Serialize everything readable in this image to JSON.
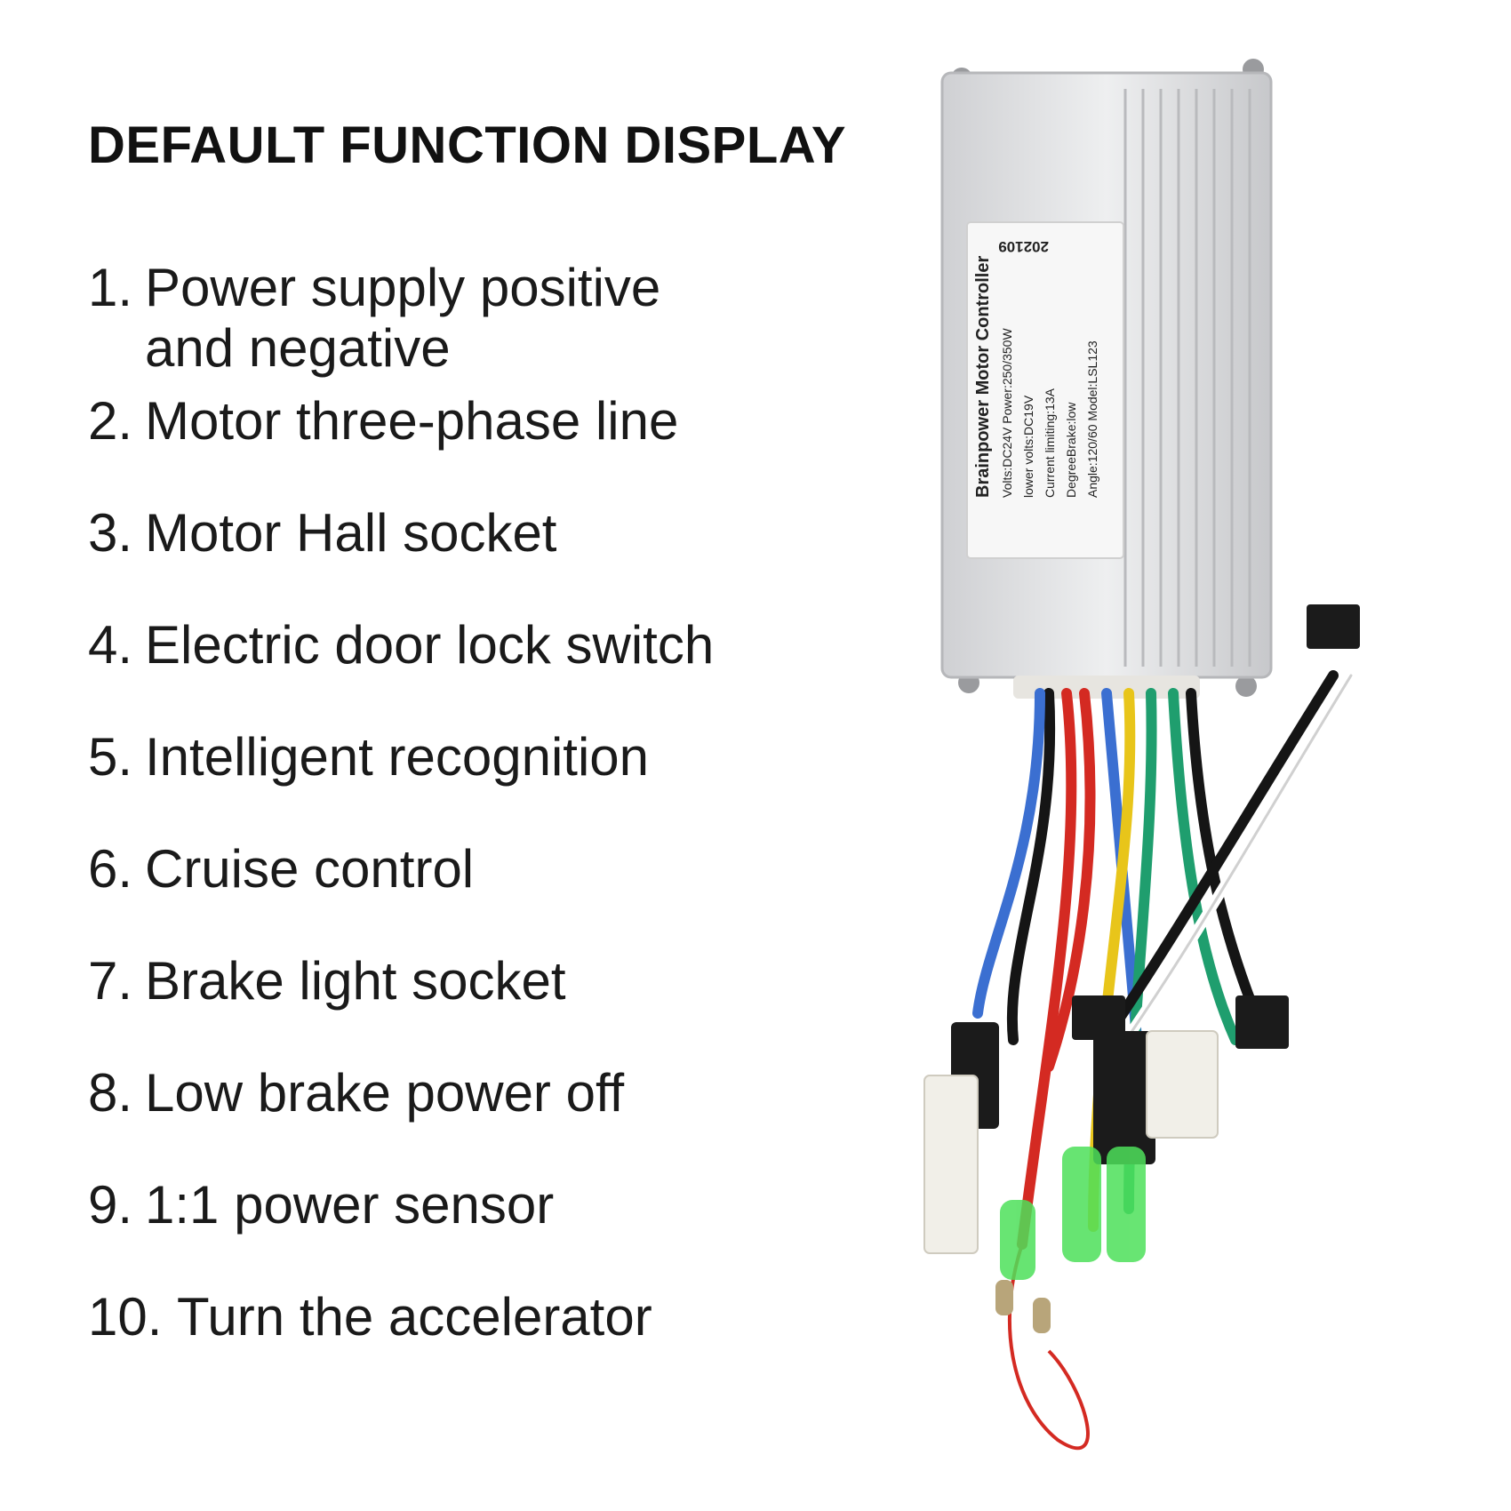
{
  "heading": "DEFAULT FUNCTION DISPLAY",
  "items": [
    {
      "num": "1.",
      "line1": "Power supply positive",
      "line2": "and negative"
    },
    {
      "num": "2.",
      "line1": "Motor three-phase line",
      "line2": ""
    },
    {
      "num": "3.",
      "line1": "Motor Hall socket",
      "line2": ""
    },
    {
      "num": "4.",
      "line1": "Electric door lock switch",
      "line2": ""
    },
    {
      "num": "5.",
      "line1": "Intelligent recognition",
      "line2": ""
    },
    {
      "num": "6.",
      "line1": "Cruise control",
      "line2": ""
    },
    {
      "num": "7.",
      "line1": "Brake light socket",
      "line2": ""
    },
    {
      "num": "8.",
      "line1": "Low brake power off",
      "line2": ""
    },
    {
      "num": "9.",
      "line1": "1:1 power sensor",
      "line2": ""
    },
    {
      "num": "10.",
      "line1": "Turn the accelerator",
      "line2": ""
    }
  ],
  "label": {
    "date": "202109",
    "brand": "Brainpower Motor Controller",
    "spec1": "Volts:DC24V  Power:250/350W",
    "spec2": "lower volts:DC19V",
    "spec3": "Current limiting:13A",
    "spec4": "DegreeBrake:low",
    "spec5": "Angle:120/60  Model:LSL123"
  },
  "colors": {
    "housing": "#d9dadc",
    "wire_red": "#d42a22",
    "wire_blue": "#3b6fd1",
    "wire_yellow": "#e8c51a",
    "wire_green": "#1f9e6e",
    "wire_black": "#151515",
    "sleeve_green": "#4de05a"
  }
}
